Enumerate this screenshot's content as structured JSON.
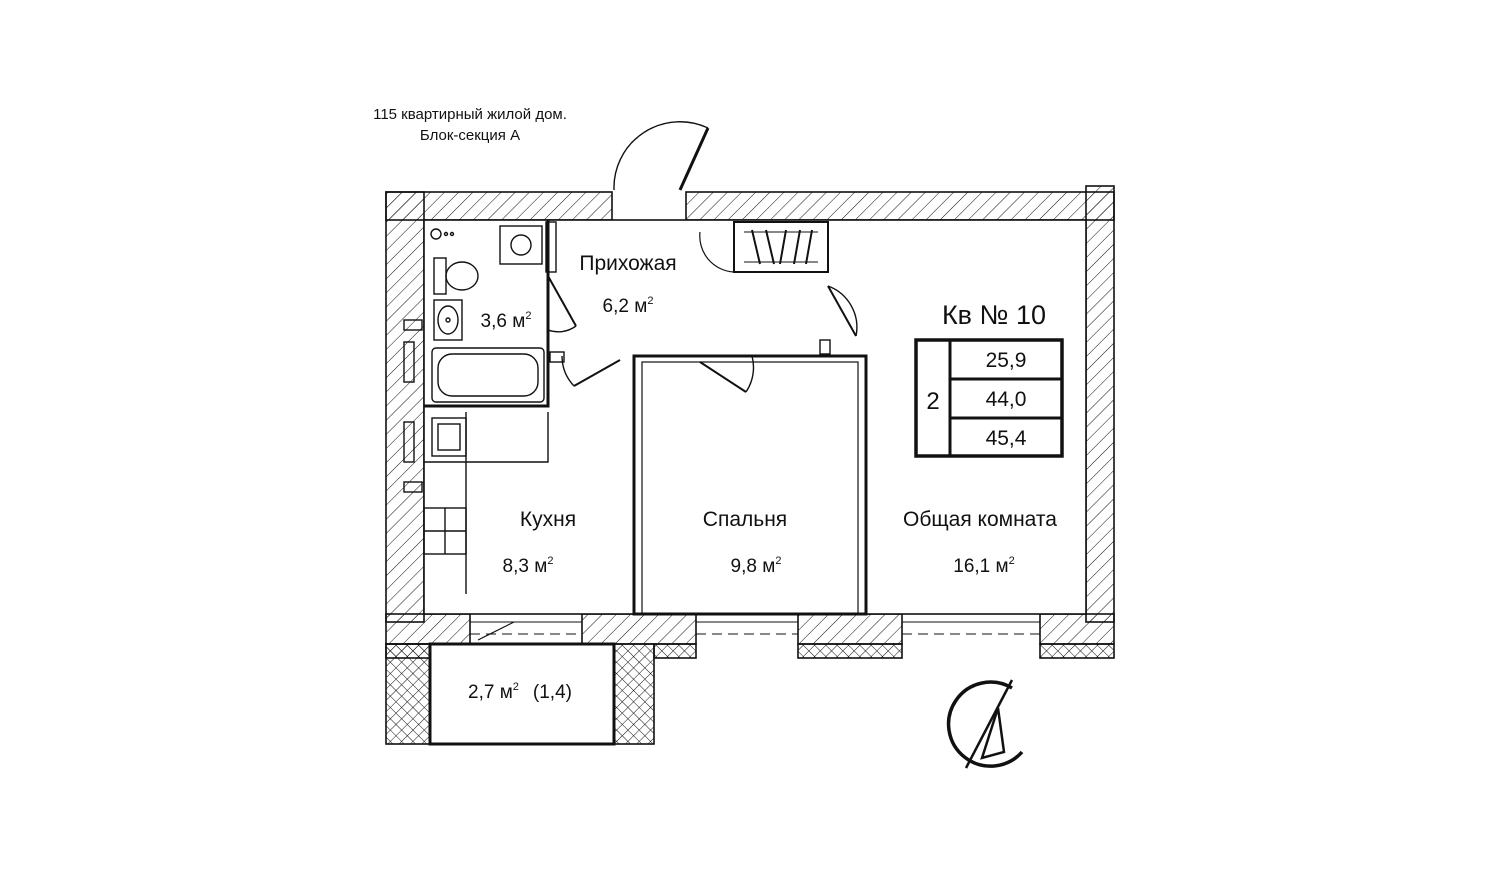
{
  "header": {
    "line1": "115 квартирный жилой дом.",
    "line2": "Блок-секция А"
  },
  "apartment": {
    "title": "Кв № 10",
    "rooms_count": "2",
    "areas": [
      "25,9",
      "44,0",
      "45,4"
    ]
  },
  "rooms": [
    {
      "key": "hall",
      "name": "Прихожая",
      "area": "6,2 м",
      "sup": "2"
    },
    {
      "key": "bath",
      "name": "",
      "area": "3,6 м",
      "sup": "2"
    },
    {
      "key": "kitchen",
      "name": "Кухня",
      "area": "8,3 м",
      "sup": "2"
    },
    {
      "key": "bedroom",
      "name": "Спальня",
      "area": "9,8 м",
      "sup": "2"
    },
    {
      "key": "living",
      "name": "Общая комната",
      "area": "16,1 м",
      "sup": "2"
    },
    {
      "key": "balcony",
      "name": "",
      "area": "2,7 м",
      "sup": "2",
      "extra": "(1,4)"
    }
  ],
  "colors": {
    "line": "#111111",
    "wall_fill": "#ffffff"
  },
  "icons": {
    "compass": "north-arrow-icon"
  }
}
